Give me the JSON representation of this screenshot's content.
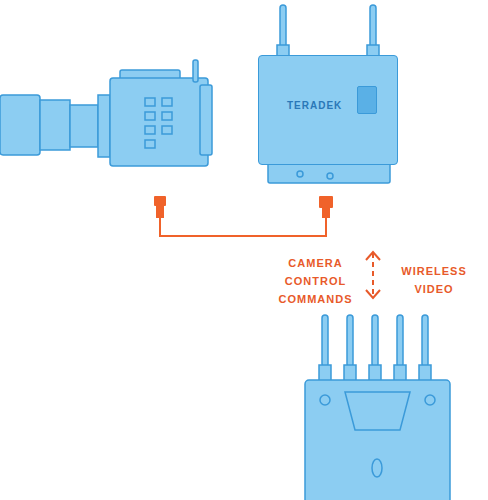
{
  "diagram": {
    "nodes": [
      {
        "text": [
          "TERADEK"
        ]
      }
    ],
    "labels": [
      "CAMERA CONTROL COMMANDS",
      "WIRELESS VIDEO"
    ]
  }
}
